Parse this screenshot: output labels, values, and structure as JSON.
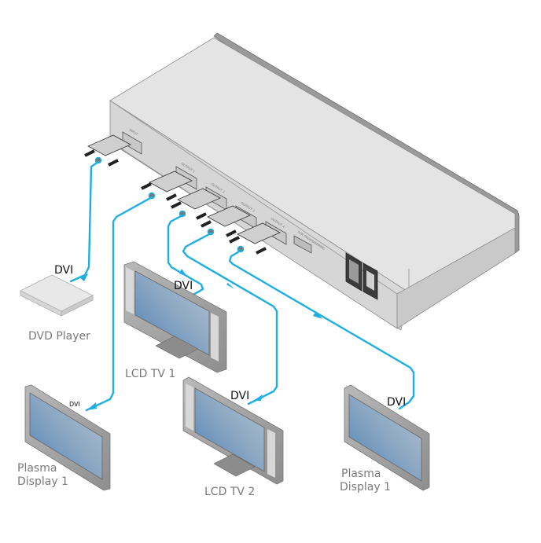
{
  "diagram": {
    "type": "connection-diagram",
    "colors": {
      "cable": "#1eaee2",
      "device_top": "#e4e4e4",
      "device_front": "#d6d6d6",
      "device_edge": "#8a8a8a",
      "screen_light": "#a9bccd",
      "screen_dark": "#4f83b4",
      "label_dark": "#111111",
      "label_gray": "#7a7a7a"
    },
    "switcher": {
      "ports": [
        {
          "id": "input",
          "label": "INPUT"
        },
        {
          "id": "output1",
          "label": "OUTPUT 1"
        },
        {
          "id": "output2",
          "label": "OUTPUT 2"
        },
        {
          "id": "output3",
          "label": "OUTPUT 3"
        },
        {
          "id": "output4",
          "label": "OUTPUT 4"
        },
        {
          "id": "rs232",
          "label": "FOR PROGRAMMING"
        }
      ],
      "power_inlet": "power-inlet",
      "power_switch": "power-switch"
    },
    "devices": [
      {
        "id": "dvd",
        "label_lines": [
          "DVD Player"
        ],
        "kind": "dvd-player"
      },
      {
        "id": "lcd1",
        "label_lines": [
          "LCD TV 1"
        ],
        "kind": "lcd-tv"
      },
      {
        "id": "plasma_left",
        "label_lines": [
          "Plasma",
          "Display 1"
        ],
        "kind": "plasma"
      },
      {
        "id": "lcd2",
        "label_lines": [
          "LCD TV 2"
        ],
        "kind": "lcd-tv"
      },
      {
        "id": "plasma_right",
        "label_lines": [
          "Plasma",
          "Display 1"
        ],
        "kind": "plasma"
      }
    ],
    "connections": [
      {
        "from": "dvd",
        "to": "input",
        "label": "DVI"
      },
      {
        "from": "output1",
        "to": "plasma_left",
        "label": "DVI"
      },
      {
        "from": "output2",
        "to": "lcd1",
        "label": "DVI"
      },
      {
        "from": "output3",
        "to": "lcd2",
        "label": "DVI"
      },
      {
        "from": "output4",
        "to": "plasma_right",
        "label": "DVI"
      }
    ]
  }
}
